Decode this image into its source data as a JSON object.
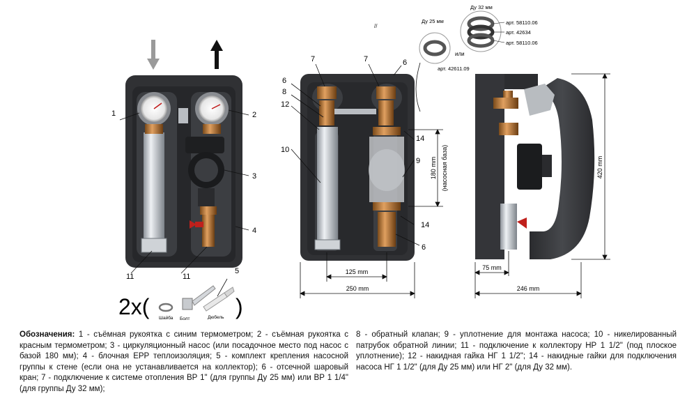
{
  "front_view": {
    "callouts": [
      "1",
      "2",
      "3",
      "4",
      "5",
      "11",
      "11"
    ],
    "kit": {
      "multiplier": "2x(",
      "close": ")",
      "washer_label": "Шайба",
      "bolt_label": "Болт",
      "dowel_label": "Дюбель"
    }
  },
  "open_view": {
    "callouts": [
      "7",
      "7",
      "6",
      "6",
      "8",
      "12",
      "10",
      "14",
      "9",
      "14",
      "6"
    ],
    "dim_180": "180 mm",
    "dim_180_note": "(насосная база)",
    "dim_125": "125 mm",
    "dim_250": "250 mm"
  },
  "side_view": {
    "dim_420": "420 mm",
    "dim_75": "75 mm",
    "dim_246": "246 mm"
  },
  "gaskets": {
    "du25_label": "Ду 25 мм",
    "du32_label": "Ду 32 мм",
    "or_label": "или",
    "art_du25": "арт. 42611.09",
    "art_du32": [
      "арт. 58110.06",
      "арт. 42634",
      "арт. 58110.06"
    ]
  },
  "legend": {
    "heading": "Обозначения:",
    "left_text": "1 - съёмная рукоятка с синим термометром; 2 - съёмная рукоятка с красным термометром; 3 - циркуляционный насос (или посадочное место под насос с базой 180 мм); 4 - блочная EPP теплоизоляция; 5 - комплект крепления насосной группы к стене (если она не устанавливается на коллектор); 6 - отсечной шаровый кран; 7 - подключение к системе отопления ВР 1\" (для группы Ду 25 мм) или ВР 1 1/4\" (для группы Ду 32 мм);",
    "right_text": "8 - обратный клапан; 9 - уплотнение для монтажа насоса; 10 - никелированный патрубок обратной линии; 11 - подключение к коллектору НР 1 1/2\" (под плоское уплотнение); 12 - накидная гайка НГ 1 1/2\"; 14 - накидные гайки для подключения насоса НГ 1 1/2\" (для Ду 25 мм) или НГ 2\" (для Ду 32 мм)."
  }
}
